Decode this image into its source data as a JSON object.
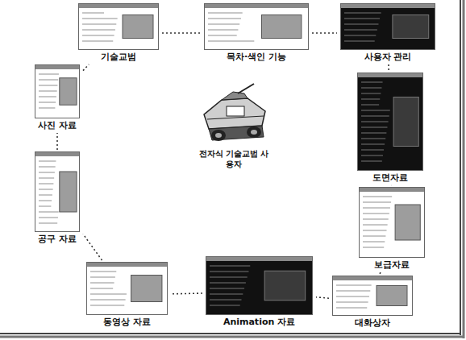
{
  "diagram": {
    "nodes": [
      {
        "text": [
          "기술교범"
        ]
      },
      {
        "text": [
          "목차·색인 기능"
        ]
      },
      {
        "text": [
          "사용자 관리"
        ]
      },
      {
        "text": [
          "사진 자료"
        ]
      },
      {
        "text": [
          "도면자료"
        ]
      },
      {
        "text": [
          "공구 자료"
        ]
      },
      {
        "text": [
          "보급자료"
        ]
      },
      {
        "text": [
          "동영상 자료"
        ]
      },
      {
        "text": [
          "Animation 자료"
        ]
      },
      {
        "text": [
          "대화상자"
        ]
      }
    ],
    "edges": [
      {
        "from": 0,
        "to": 1,
        "arrow": "none"
      },
      {
        "from": 1,
        "to": 2,
        "arrow": "none"
      },
      {
        "from": 2,
        "to": 4,
        "arrow": "none"
      },
      {
        "from": 4,
        "to": 6,
        "arrow": "none"
      },
      {
        "from": 6,
        "to": 9,
        "arrow": "none"
      },
      {
        "from": 9,
        "to": 8,
        "arrow": "none"
      },
      {
        "from": 8,
        "to": 7,
        "arrow": "none"
      },
      {
        "from": 7,
        "to": 5,
        "arrow": "none"
      },
      {
        "from": 5,
        "to": 3,
        "arrow": "none"
      },
      {
        "from": 3,
        "to": 0,
        "arrow": "none"
      }
    ],
    "labels": [
      "전자식 기술교범 사용자"
    ]
  }
}
